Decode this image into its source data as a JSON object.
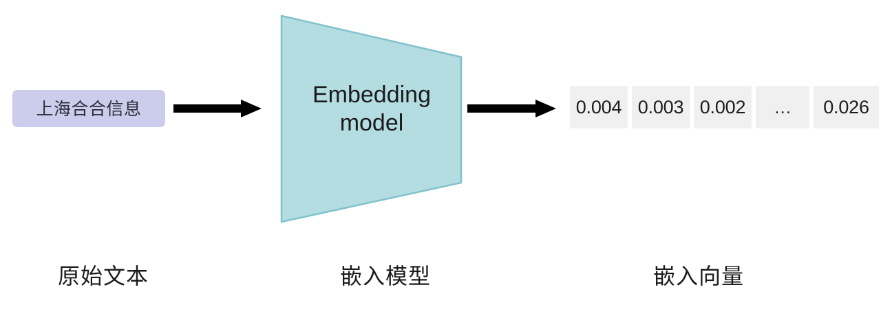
{
  "diagram": {
    "title_semantics": "text-to-embedding pipeline",
    "colors": {
      "input_chip_bg": "#ccccec",
      "model_fill": "#b4dde2",
      "model_stroke": "#7fc2cb",
      "vector_cell_bg": "#f0f0f0",
      "arrow": "#000000",
      "text": "#1c1c1c"
    },
    "input": {
      "text": "上海合合信息",
      "caption": "原始文本"
    },
    "model": {
      "label_line1": "Embedding",
      "label_line2": "model",
      "caption": "嵌入模型"
    },
    "vector": {
      "caption": "嵌入向量",
      "cells": [
        {
          "value": "0.004",
          "kind": "number"
        },
        {
          "value": "0.003",
          "kind": "number"
        },
        {
          "value": "0.002",
          "kind": "number"
        },
        {
          "value": "…",
          "kind": "ellipsis"
        },
        {
          "value": "0.026",
          "kind": "number"
        }
      ]
    },
    "arrows": [
      {
        "name": "arrow-input-to-model",
        "direction": "right"
      },
      {
        "name": "arrow-model-to-vector",
        "direction": "right"
      }
    ]
  }
}
